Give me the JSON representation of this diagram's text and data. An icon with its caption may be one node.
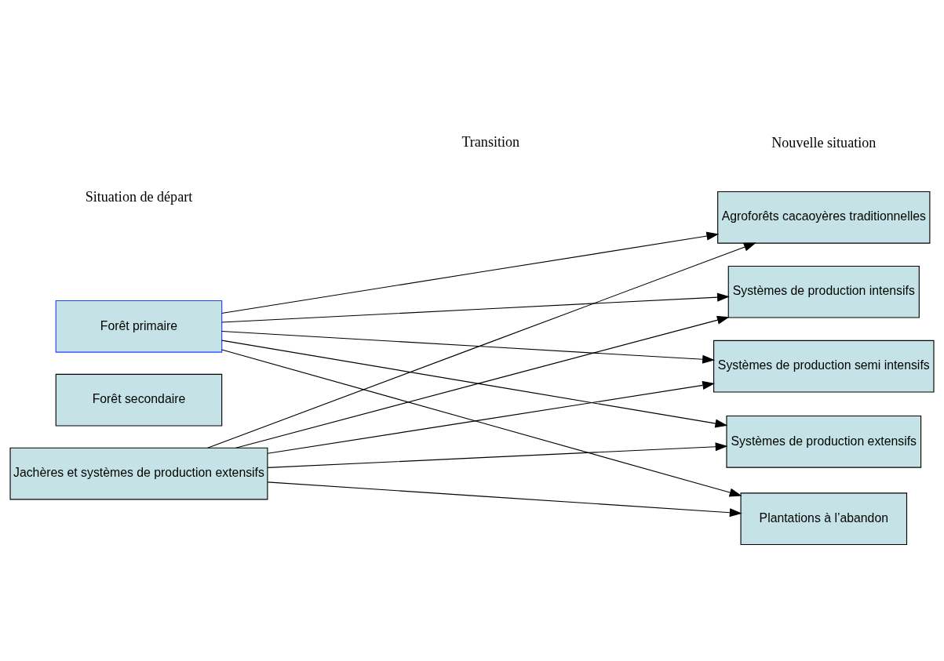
{
  "diagram": {
    "nodes": [
      {
        "text": [
          "Forêt primaire"
        ]
      },
      {
        "text": [
          "Forêt secondaire"
        ]
      },
      {
        "text": [
          "Jachères et systèmes de production extensifs"
        ]
      },
      {
        "text": [
          "Agroforêts cacaoyères traditionnelles"
        ]
      },
      {
        "text": [
          "Systèmes de production intensifs"
        ]
      },
      {
        "text": [
          "Systèmes de production semi intensifs"
        ]
      },
      {
        "text": [
          "Systèmes de production extensifs"
        ]
      },
      {
        "text": [
          "Plantations à l’abandon"
        ]
      }
    ],
    "edges": [
      {
        "from": 0,
        "to": 3,
        "arrow": "to"
      },
      {
        "from": 0,
        "to": 4,
        "arrow": "to"
      },
      {
        "from": 0,
        "to": 5,
        "arrow": "to"
      },
      {
        "from": 0,
        "to": 6,
        "arrow": "to"
      },
      {
        "from": 0,
        "to": 7,
        "arrow": "to"
      },
      {
        "from": 2,
        "to": 3,
        "arrow": "to"
      },
      {
        "from": 2,
        "to": 4,
        "arrow": "to"
      },
      {
        "from": 2,
        "to": 5,
        "arrow": "to"
      },
      {
        "from": 2,
        "to": 6,
        "arrow": "to"
      },
      {
        "from": 2,
        "to": 7,
        "arrow": "to"
      }
    ],
    "labels": [
      "Situation de départ",
      "Transition",
      "Nouvelle situation"
    ]
  }
}
